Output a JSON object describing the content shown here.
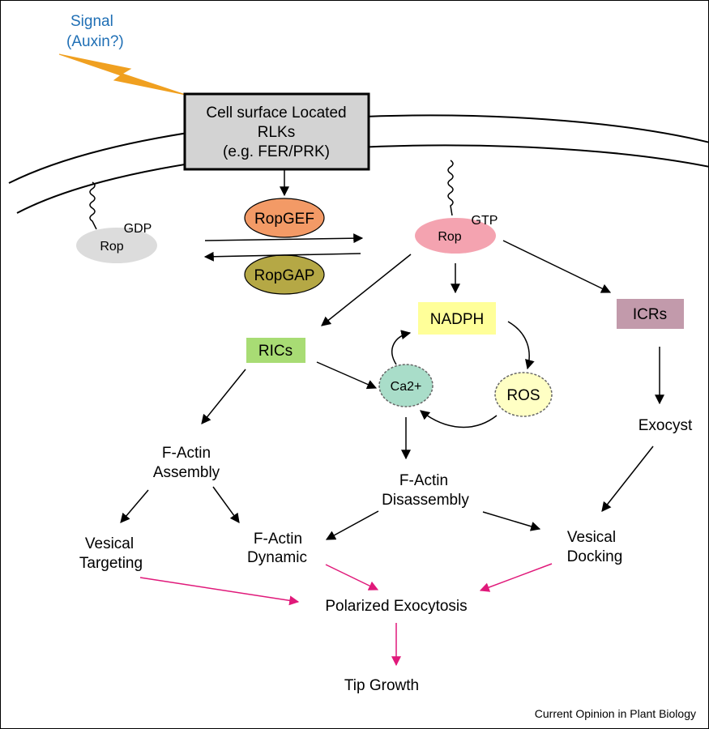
{
  "signal": {
    "line1": "Signal",
    "line2": "(Auxin?)"
  },
  "receptor": {
    "line1": "Cell surface Located",
    "line2": "RLKs",
    "line3": "(e.g. FER/PRK)"
  },
  "rop_gdp": {
    "label": "Rop",
    "state": "GDP"
  },
  "rop_gtp": {
    "label": "Rop",
    "state": "GTP"
  },
  "ropgef": "RopGEF",
  "ropgap": "RopGAP",
  "nadph": "NADPH",
  "ics": "ICRs",
  "rics": "RICs",
  "ca": "Ca2+",
  "ros": "ROS",
  "exocyst": "Exocyst",
  "factin_assembly": {
    "line1": "F-Actin",
    "line2": "Assembly"
  },
  "factin_disassembly": {
    "line1": "F-Actin",
    "line2": "Disassembly"
  },
  "vesical_targeting": {
    "line1": "Vesical",
    "line2": "Targeting"
  },
  "factin_dynamic": {
    "line1": "F-Actin",
    "line2": "Dynamic"
  },
  "vesical_docking": {
    "line1": "Vesical",
    "line2": "Docking"
  },
  "polarized_exocytosis": "Polarized Exocytosis",
  "tip_growth": "Tip Growth",
  "credit": "Current Opinion in Plant Biology",
  "colors": {
    "signal_text": "#1f6fb5",
    "lightning": "#f0a020",
    "receptor_box": "#d3d3d3",
    "rop_gdp": "#dcdcdc",
    "rop_gtp": "#f4a3b0",
    "ropgef": "#f39a66",
    "ropgap": "#b5a845",
    "nadph": "#ffff99",
    "icrs": "#c29aab",
    "rics": "#a8dc74",
    "ca": "#a9ddc9",
    "ros": "#ffffc4",
    "exocytosis_arrow": "#e0197a"
  }
}
